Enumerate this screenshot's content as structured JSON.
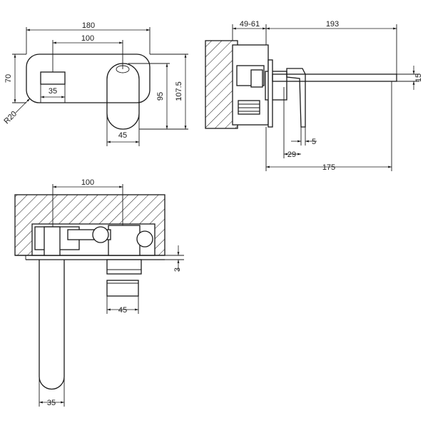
{
  "dimensions": {
    "top_width": "180",
    "top_spacing": "100",
    "top_height": "70",
    "top_outlet_width": "35",
    "top_radius": "R20",
    "top_lever_width": "45",
    "top_lever_height": "95",
    "top_overall_height": "107.5",
    "side_depth_range": "49-61",
    "side_projection": "193",
    "side_spout_height": "15",
    "side_plate": "5",
    "side_lever_offset": "29",
    "side_spout_reach": "175",
    "plan_spacing": "100",
    "plan_gap": "3",
    "plan_lever_width": "45",
    "plan_spout_width": "35"
  }
}
